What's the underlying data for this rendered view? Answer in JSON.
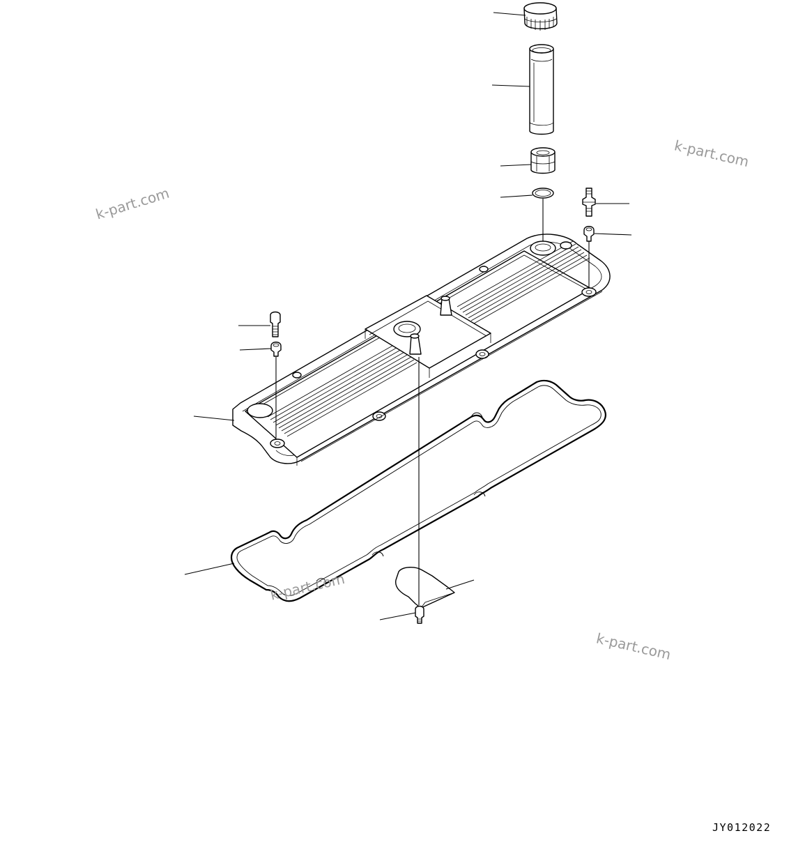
{
  "drawing_code": "JY012022",
  "watermarks": [
    "k-part.com",
    "k-part.com",
    "k-part.com",
    "k-part.com"
  ],
  "line_color": "#000000",
  "watermark_color": "#9a9a9a",
  "parts": [
    "oil-filler-cap",
    "filler-tube",
    "filler-adapter",
    "o-ring",
    "stud-bolt",
    "grommet-right",
    "bolt-left",
    "grommet-left",
    "cylinder-head-cover",
    "cover-gasket",
    "bracket-plate",
    "bracket-bolt"
  ]
}
